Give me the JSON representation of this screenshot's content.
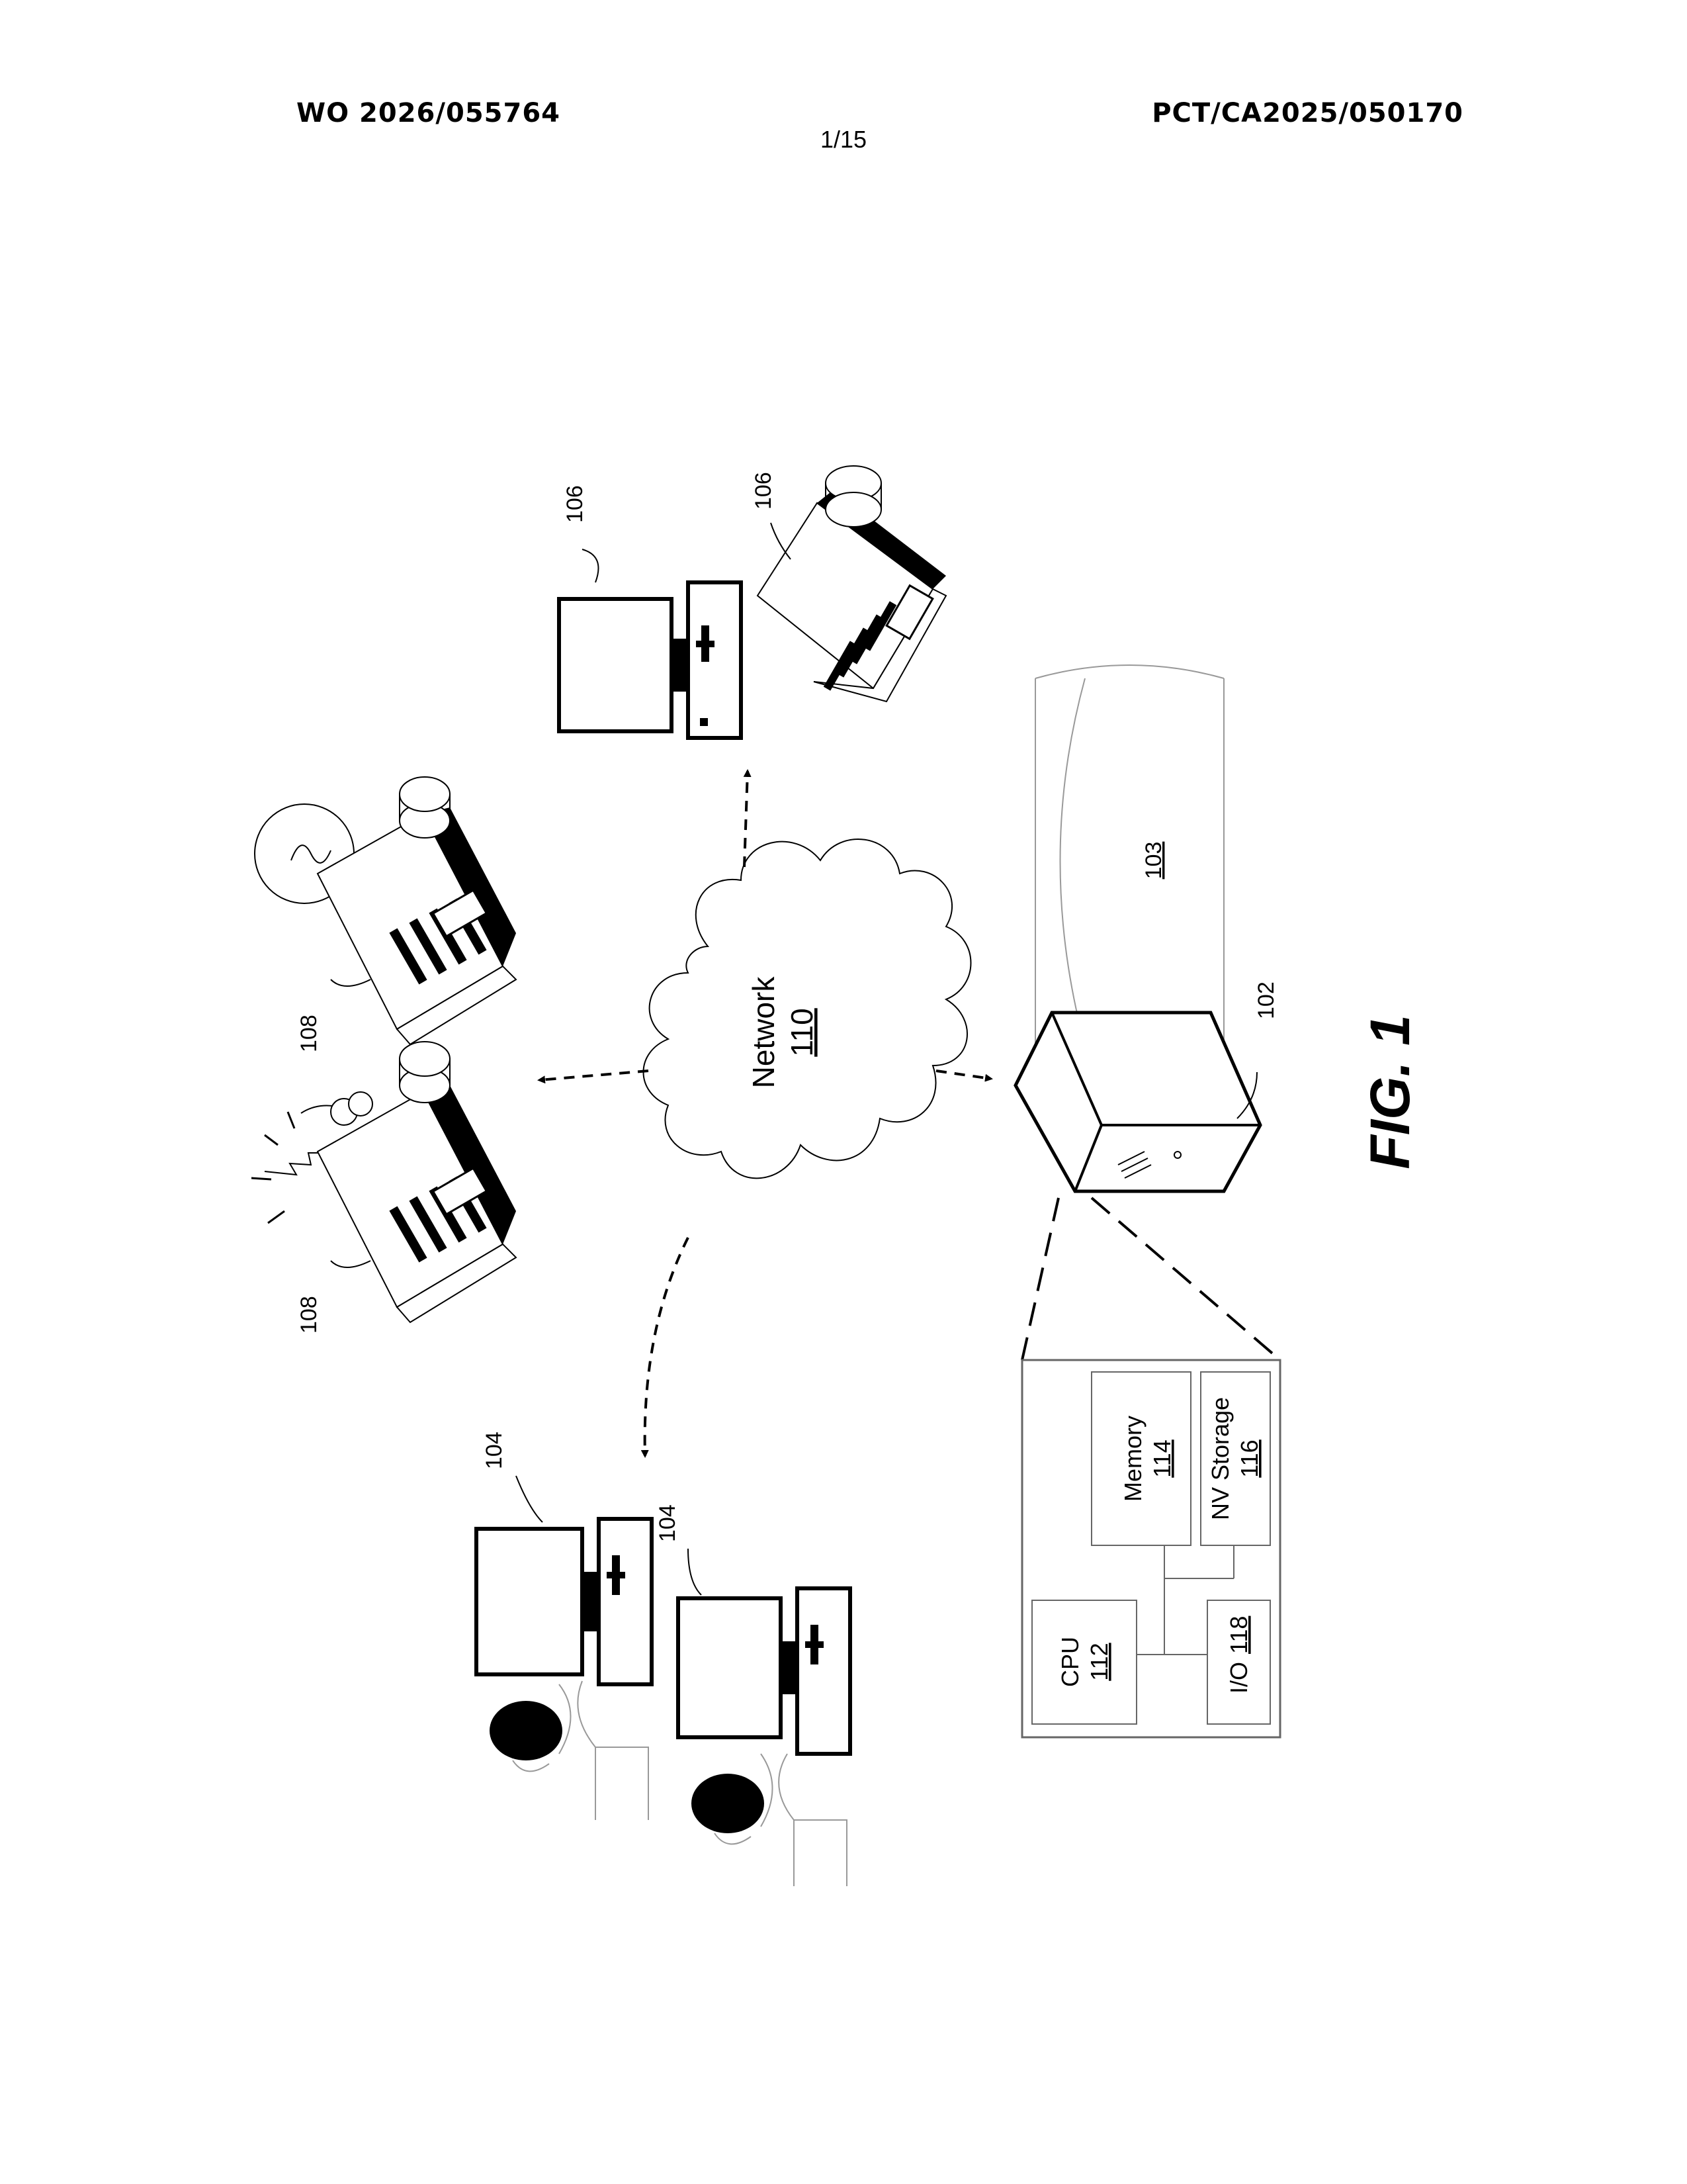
{
  "header": {
    "publication_number": "WO 2026/055764",
    "application_number": "PCT/CA2025/050170",
    "sheet": "1/15"
  },
  "figure": {
    "caption": "FIG. 1",
    "network": {
      "label": "Network",
      "ref": "110"
    },
    "datastore": {
      "ref": "103"
    },
    "server": {
      "ref": "102"
    },
    "server_detail": {
      "cpu": {
        "label": "CPU",
        "ref": "112"
      },
      "memory": {
        "label": "Memory",
        "ref": "114"
      },
      "nv_storage": {
        "label": "NV Storage",
        "ref": "116"
      },
      "io": {
        "label": "I/O",
        "ref": "118"
      }
    },
    "user_devices": [
      {
        "ref": "104"
      },
      {
        "ref": "104"
      }
    ],
    "systems_106": [
      {
        "ref": "106"
      },
      {
        "ref": "106"
      }
    ],
    "systems_108": [
      {
        "ref": "108"
      },
      {
        "ref": "108"
      }
    ]
  }
}
